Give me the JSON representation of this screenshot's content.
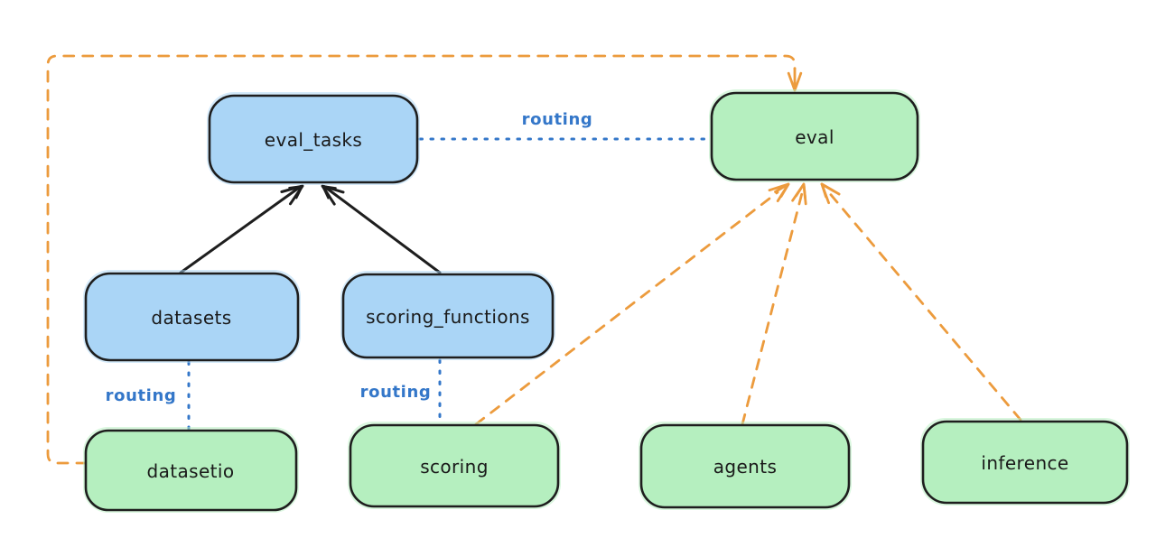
{
  "diagram": {
    "nodes": {
      "eval_tasks": {
        "label": "eval_tasks",
        "color": "blue"
      },
      "eval": {
        "label": "eval",
        "color": "green"
      },
      "datasets": {
        "label": "datasets",
        "color": "blue"
      },
      "scoring_functions": {
        "label": "scoring_functions",
        "color": "blue"
      },
      "datasetio": {
        "label": "datasetio",
        "color": "green"
      },
      "scoring": {
        "label": "scoring",
        "color": "green"
      },
      "agents": {
        "label": "agents",
        "color": "green"
      },
      "inference": {
        "label": "inference",
        "color": "green"
      }
    },
    "edges": {
      "datasets_to_eval_tasks": {
        "type": "solid-arrow",
        "from": "datasets",
        "to": "eval_tasks"
      },
      "scoring_functions_to_eval_tasks": {
        "type": "solid-arrow",
        "from": "scoring_functions",
        "to": "eval_tasks"
      },
      "eval_tasks_to_eval": {
        "type": "dotted",
        "from": "eval_tasks",
        "to": "eval",
        "label": "routing"
      },
      "datasets_to_datasetio": {
        "type": "dotted",
        "from": "datasets",
        "to": "datasetio",
        "label": "routing"
      },
      "scoring_functions_to_scoring": {
        "type": "dotted",
        "from": "scoring_functions",
        "to": "scoring",
        "label": "routing"
      },
      "datasetio_to_eval": {
        "type": "dashed-arrow",
        "from": "datasetio",
        "to": "eval"
      },
      "scoring_to_eval": {
        "type": "dashed-arrow",
        "from": "scoring",
        "to": "eval"
      },
      "agents_to_eval": {
        "type": "dashed-arrow",
        "from": "agents",
        "to": "eval"
      },
      "inference_to_eval": {
        "type": "dashed-arrow",
        "from": "inference",
        "to": "eval"
      }
    }
  },
  "colors": {
    "background": "#ffffff",
    "blue_node_fill": "#aad5f6",
    "green_node_fill": "#b5efbf",
    "node_stroke": "#1e1e1e",
    "solid_arrow": "#1e1e1e",
    "routing_blue": "#3477c9",
    "dashed_orange": "#ec9b3d"
  }
}
